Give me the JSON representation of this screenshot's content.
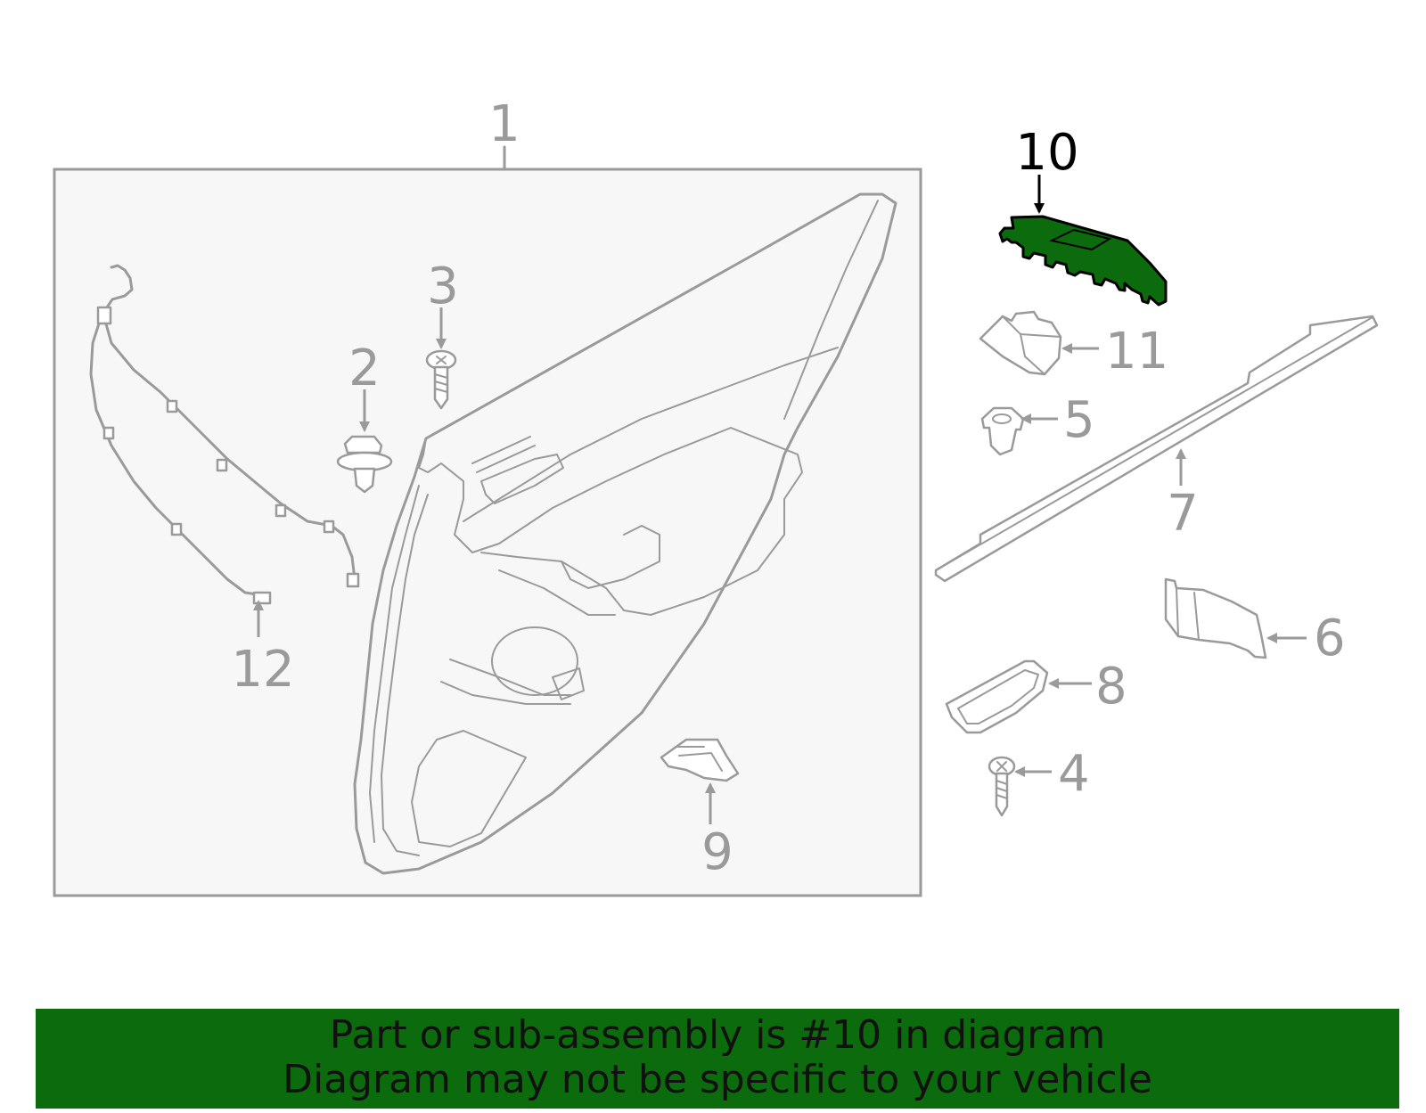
{
  "callouts": {
    "c1": "1",
    "c2": "2",
    "c3": "3",
    "c4": "4",
    "c5": "5",
    "c6": "6",
    "c7": "7",
    "c8": "8",
    "c9": "9",
    "c10": "10",
    "c11": "11",
    "c12": "12"
  },
  "highlight": {
    "part": "10",
    "color": "#0c6b0c"
  },
  "banner": {
    "line1": "Part or sub-assembly is #10 in diagram",
    "line2": "Diagram may not be specific to your vehicle"
  }
}
